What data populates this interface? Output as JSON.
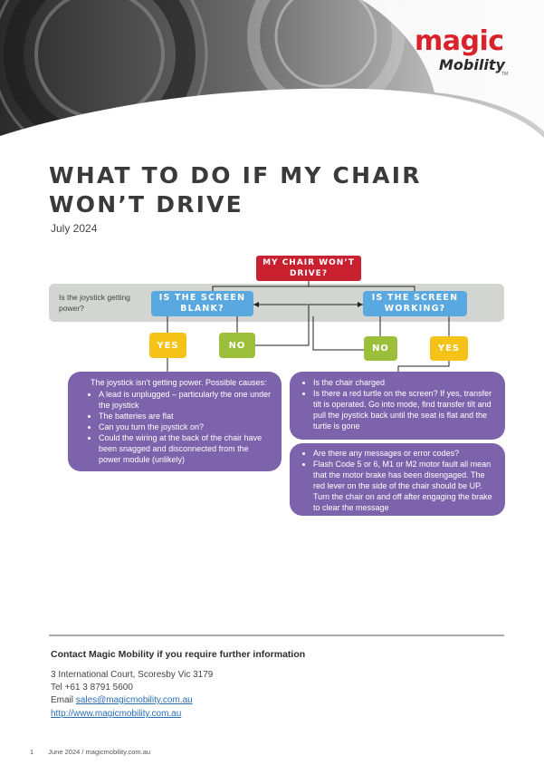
{
  "brand": {
    "logo_word": "magic",
    "logo_sub": "Mobility",
    "logo_tm": "TM",
    "red": "#d8232a"
  },
  "doc": {
    "title": "WHAT TO DO IF MY CHAIR WON’T DRIVE",
    "date": "July 2024"
  },
  "flow": {
    "start": "MY CHAIR WON’T DRIVE?",
    "question_band": "Is the joystick getting power?",
    "left_box": "IS THE SCREEN BLANK?",
    "right_box": "IS THE SCREEN WORKING?",
    "left_yes": "YES",
    "left_no": "NO",
    "right_no": "NO",
    "right_yes": "YES",
    "panel1": {
      "intro": "The joystick isn’t getting power. Possible causes:",
      "items": [
        "A lead is unplugged – particularly the one under the joystick",
        "The batteries are flat",
        "Can you turn the joystick on?",
        "Could the wiring at the back of the chair have been snagged and disconnected from the power module (unlikely)"
      ]
    },
    "panel2": {
      "items": [
        "Is the chair charged",
        "Is there a red turtle on the screen? If yes, transfer tilt is operated. Go into mode, find transfer tilt and pull the joystick back until the seat is flat and the turtle is gone"
      ]
    },
    "panel3": {
      "items": [
        "Are there any messages or error codes?",
        "Flash Code 5 or 6, M1 or M2 motor fault all mean that the motor brake has been disengaged. The red lever on the side of the chair should be UP. Turn the chair on and off after engaging the brake to clear the message"
      ]
    }
  },
  "contact": {
    "heading": "Contact Magic Mobility if you require further information",
    "address": "3 International Court, Scoresby Vic 3179",
    "tel": "Tel +61 3 8791 5600",
    "email_label": "Email ",
    "email": "sales@magicmobility.com.au",
    "website": "http://www.magicmobility.com.au"
  },
  "footer": {
    "page": "1",
    "text": "June 2024 / magicmobility.com.au"
  }
}
